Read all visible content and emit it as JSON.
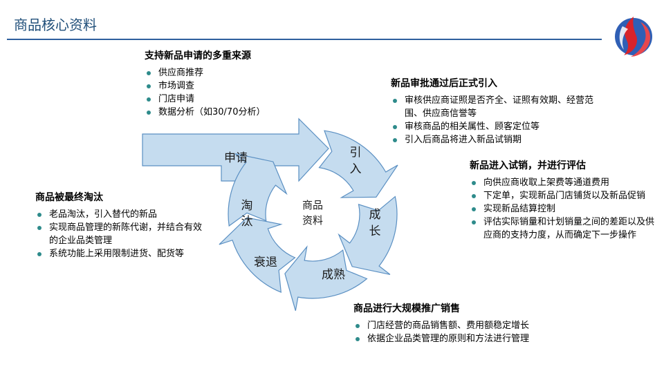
{
  "page": {
    "title": "商品核心资料"
  },
  "diagram": {
    "center_line1": "商品",
    "center_line2": "资料",
    "stages": {
      "apply": "申请",
      "intro_1": "引",
      "intro_2": "入",
      "grow_1": "成",
      "grow_2": "长",
      "mature": "成熟",
      "decline": "衰退",
      "out_1": "淘",
      "out_2": "汰"
    },
    "fill_color": "#c5dcef",
    "stroke_color": "#5a8fc2"
  },
  "sections": {
    "apply": {
      "heading": "支持新品申请的多重来源",
      "items": [
        "供应商推荐",
        "市场调查",
        "门店申请",
        "数据分析（如30/70分析）"
      ]
    },
    "intro": {
      "heading": "新品审批通过后正式引入",
      "items": [
        "审核供应商证照是否齐全、证照有效期、经营范围、供应商信誉等",
        "审核商品的相关属性、顾客定位等",
        "引入后商品将进入新品试销期"
      ]
    },
    "trial": {
      "heading": "新品进入试销，并进行评估",
      "items": [
        "向供应商收取上架费等通道费用",
        "下定单，实现新品门店铺货以及新品促销",
        "实现新品结算控制",
        "评估实际销量和计划销量之间的差距以及供应商的支持力度，从而确定下一步操作"
      ]
    },
    "eliminate": {
      "heading": "商品被最终淘汰",
      "items": [
        "老品淘汰，引入替代的新品",
        "实现商品管理的新陈代谢，并结合有效的企业品类管理",
        "系统功能上采用限制进货、配货等"
      ]
    },
    "promote": {
      "heading": "商品进行大规模推广销售",
      "items": [
        "门店经营的商品销售额、费用额稳定增长",
        "依据企业品类管理的原则和方法进行管理"
      ]
    }
  }
}
